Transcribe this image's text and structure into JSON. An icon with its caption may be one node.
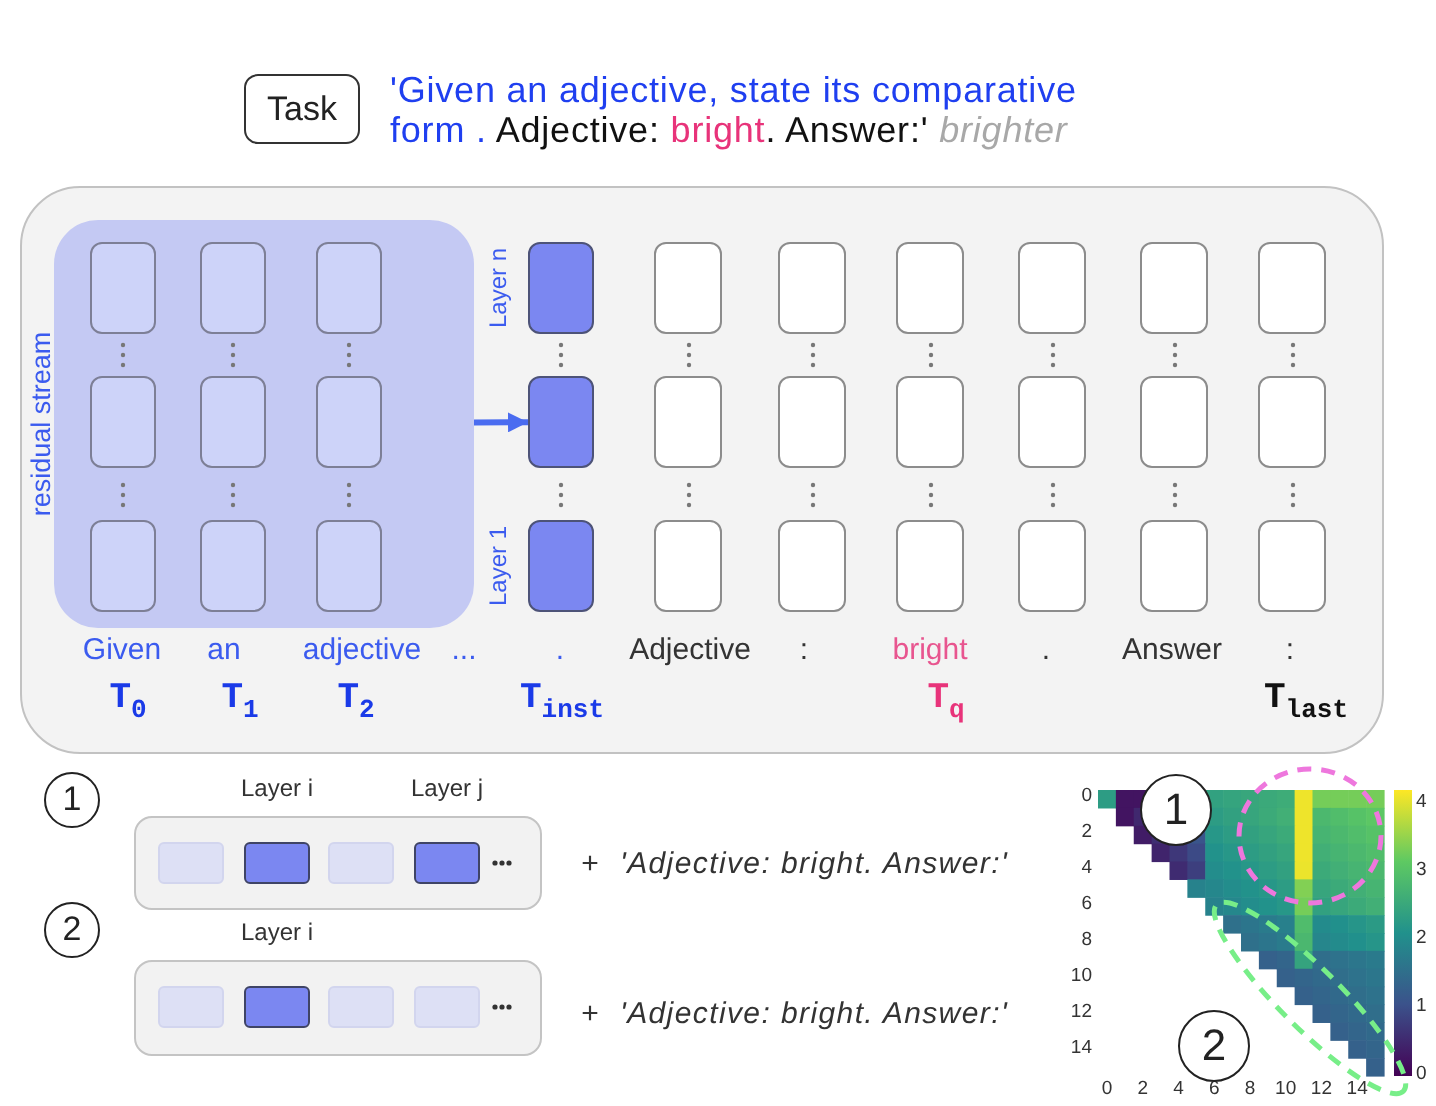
{
  "diagram": {
    "nodes": [
      {
        "text": [
          "Task"
        ],
        "beside": [
          "'Given an adjective, state its comparative form .",
          "Adjective:",
          "bright",
          ". Answer:'",
          "brighter"
        ]
      },
      {
        "text": [],
        "shape": "box"
      },
      {
        "text": [
          "residual stream"
        ],
        "in": 1
      },
      {
        "text": [],
        "shape": "box",
        "in": 2
      },
      {
        "text": [],
        "shape": "box",
        "in": 2
      },
      {
        "text": [],
        "shape": "box",
        "in": 2
      },
      {
        "text": [],
        "shape": "box",
        "in": 2
      },
      {
        "text": [],
        "shape": "box",
        "in": 2
      },
      {
        "text": [],
        "shape": "box",
        "in": 2
      },
      {
        "text": [],
        "shape": "box",
        "in": 2
      },
      {
        "text": [],
        "shape": "box",
        "in": 2
      },
      {
        "text": [],
        "shape": "box",
        "in": 2
      },
      {
        "text": [],
        "shape": "box",
        "in": 1,
        "beside": [
          "Layer n"
        ]
      },
      {
        "text": [],
        "shape": "box",
        "in": 1
      },
      {
        "text": [],
        "shape": "box",
        "in": 1
      },
      {
        "text": [],
        "shape": "box",
        "in": 1
      },
      {
        "text": [],
        "shape": "box",
        "in": 1
      },
      {
        "text": [],
        "shape": "box",
        "in": 1
      },
      {
        "text": [],
        "shape": "box",
        "in": 1
      },
      {
        "text": [],
        "shape": "box",
        "in": 1
      },
      {
        "text": [],
        "shape": "box",
        "in": 1
      },
      {
        "text": [],
        "shape": "box",
        "in": 1
      },
      {
        "text": [],
        "shape": "box",
        "in": 1
      },
      {
        "text": [],
        "shape": "box",
        "in": 1
      },
      {
        "text": [],
        "shape": "box",
        "in": 1
      },
      {
        "text": [],
        "shape": "box",
        "in": 1
      },
      {
        "text": [],
        "shape": "box",
        "in": 1,
        "beside": [
          "Layer 1"
        ]
      },
      {
        "text": [],
        "shape": "box",
        "in": 1
      },
      {
        "text": [],
        "shape": "box",
        "in": 1
      },
      {
        "text": [],
        "shape": "box",
        "in": 1
      },
      {
        "text": [],
        "shape": "box",
        "in": 1
      },
      {
        "text": [],
        "shape": "box",
        "in": 1
      },
      {
        "text": [],
        "shape": "box",
        "in": 1
      },
      {
        "text": [
          "1"
        ]
      },
      {
        "text": [],
        "shape": "box"
      },
      {
        "text": [],
        "shape": "box",
        "in": 34
      },
      {
        "text": [],
        "shape": "box",
        "in": 34,
        "beside": [
          "Layer i"
        ]
      },
      {
        "text": [],
        "shape": "box",
        "in": 34
      },
      {
        "text": [],
        "shape": "box",
        "in": 34,
        "beside": [
          "Layer j"
        ]
      },
      {
        "text": [
          "2"
        ]
      },
      {
        "text": [],
        "shape": "box"
      },
      {
        "text": [],
        "shape": "box",
        "in": 40
      },
      {
        "text": [],
        "shape": "box",
        "in": 40,
        "beside": [
          "Layer i"
        ]
      },
      {
        "text": [],
        "shape": "box",
        "in": 40
      },
      {
        "text": [],
        "shape": "box",
        "in": 40
      },
      {
        "text": [
          "1"
        ]
      },
      {
        "text": [
          "2"
        ]
      },
      {
        "text": [],
        "shape": "ellipse"
      },
      {
        "text": [],
        "shape": "ellipse"
      }
    ],
    "edges": [
      {
        "from": 2,
        "to": 19,
        "arrow": "to"
      }
    ],
    "labels": [
      "Given",
      "an",
      "adjective",
      "...",
      ".",
      "Adjective",
      ":",
      "bright",
      ".",
      "Answer",
      ":",
      "T$_{0}$",
      "T$_{1}$",
      "T$_{2}$",
      "T$_{inst}$",
      "T$_{q}$",
      "T$_{last}$",
      "+",
      "'Adjective: bright. Answer:'",
      "+",
      "'Adjective: bright. Answer:'",
      "0",
      "2",
      "4",
      "6",
      "8",
      "10",
      "12",
      "14",
      "0",
      "2",
      "4",
      "6",
      "8",
      "10",
      "12",
      "14",
      "4",
      "3",
      "2",
      "1",
      "0"
    ]
  }
}
